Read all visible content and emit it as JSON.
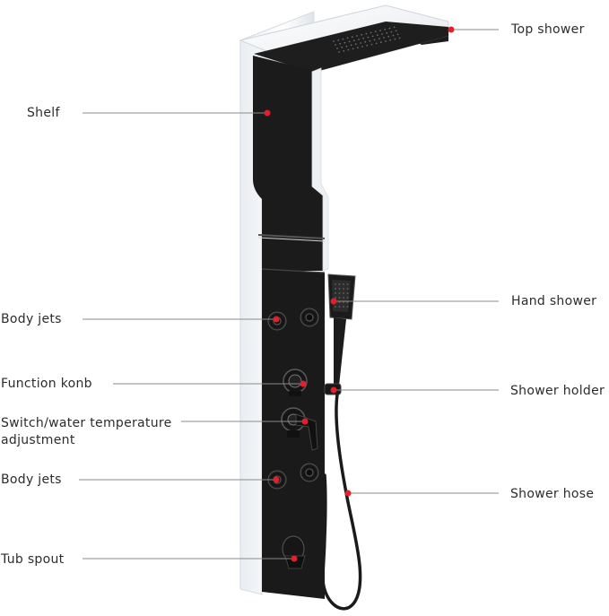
{
  "labels": {
    "top_shower": "Top shower",
    "shelf": "Shelf",
    "hand_shower": "Hand shower",
    "body_jets_upper": "Body jets",
    "function_knob": "Function konb",
    "shower_holder": "Shower holder",
    "switch_line1": "Switch/water temperature",
    "switch_line2": "adjustment",
    "body_jets_lower": "Body jets",
    "shower_hose": "Shower hose",
    "tub_spout": "Tub spout"
  },
  "colors": {
    "leader_line": "#8a8a8a",
    "marker": "#e0202a",
    "panel_black": "#1b1b1b",
    "panel_white": "#f4f6f8",
    "label_text": "#2c2c2c"
  }
}
